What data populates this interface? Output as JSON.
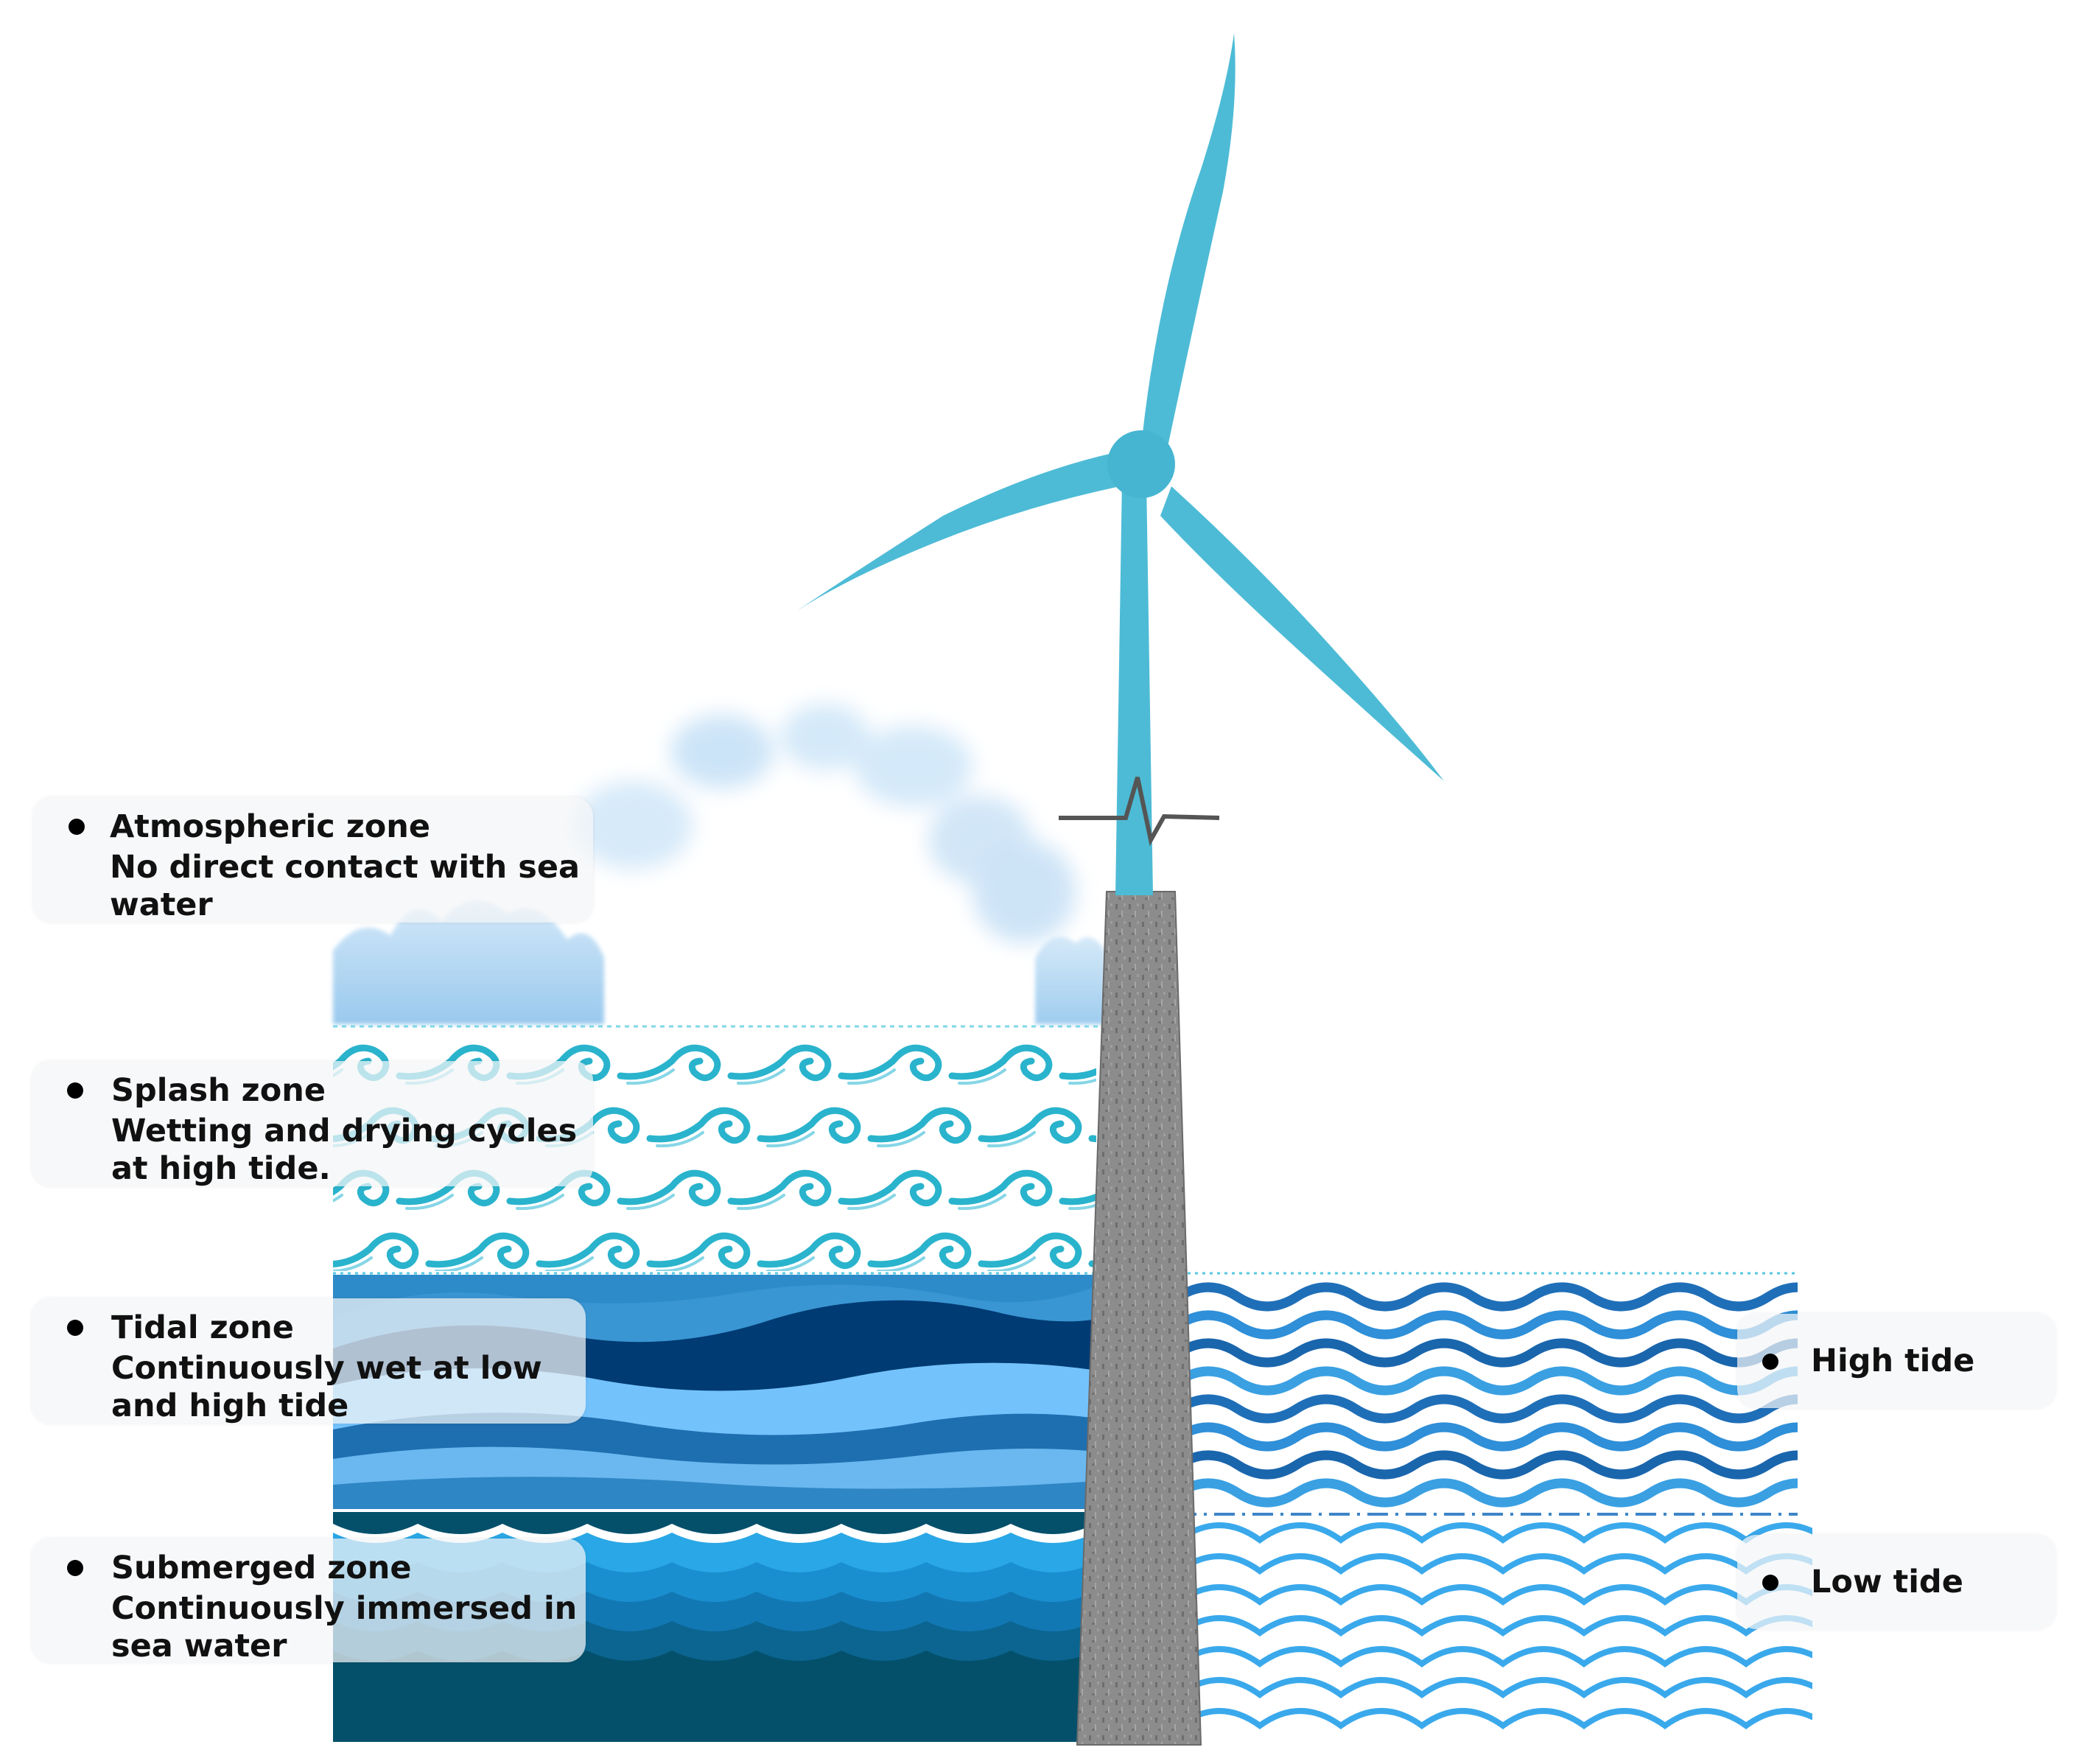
{
  "zones": [
    {
      "id": "atmospheric",
      "title": "Atmospheric zone",
      "desc_lines": [
        "No direct contact with sea",
        "water"
      ]
    },
    {
      "id": "splash",
      "title": "Splash zone",
      "desc_lines": [
        "Wetting and drying cycles",
        "at high tide."
      ]
    },
    {
      "id": "tidal",
      "title": "Tidal zone",
      "desc_lines": [
        "Continuously wet at low",
        "and high tide"
      ]
    },
    {
      "id": "submerged",
      "title": "Submerged zone",
      "desc_lines": [
        "Continuously immersed in",
        "sea water"
      ]
    }
  ],
  "tide_levels": [
    {
      "id": "high",
      "label": "High tide"
    },
    {
      "id": "low",
      "label": "Low tide"
    }
  ],
  "colors": {
    "turbine": "#4dbbd6",
    "tower": "#8f8f8f",
    "splash_wave": "#2ab3cc",
    "tidal_light": "#6ec6ff",
    "tidal_mid": "#2e8bc9",
    "tidal_dark": "#003b73",
    "submerged_dark": "#04506b",
    "high_tide_wave": "#1f78c8",
    "low_tide_wave": "#3aa9ec",
    "cloud": "#a8d3f0"
  },
  "icons": [
    "wind-turbine-icon",
    "cloud-icon",
    "wave-icon"
  ]
}
